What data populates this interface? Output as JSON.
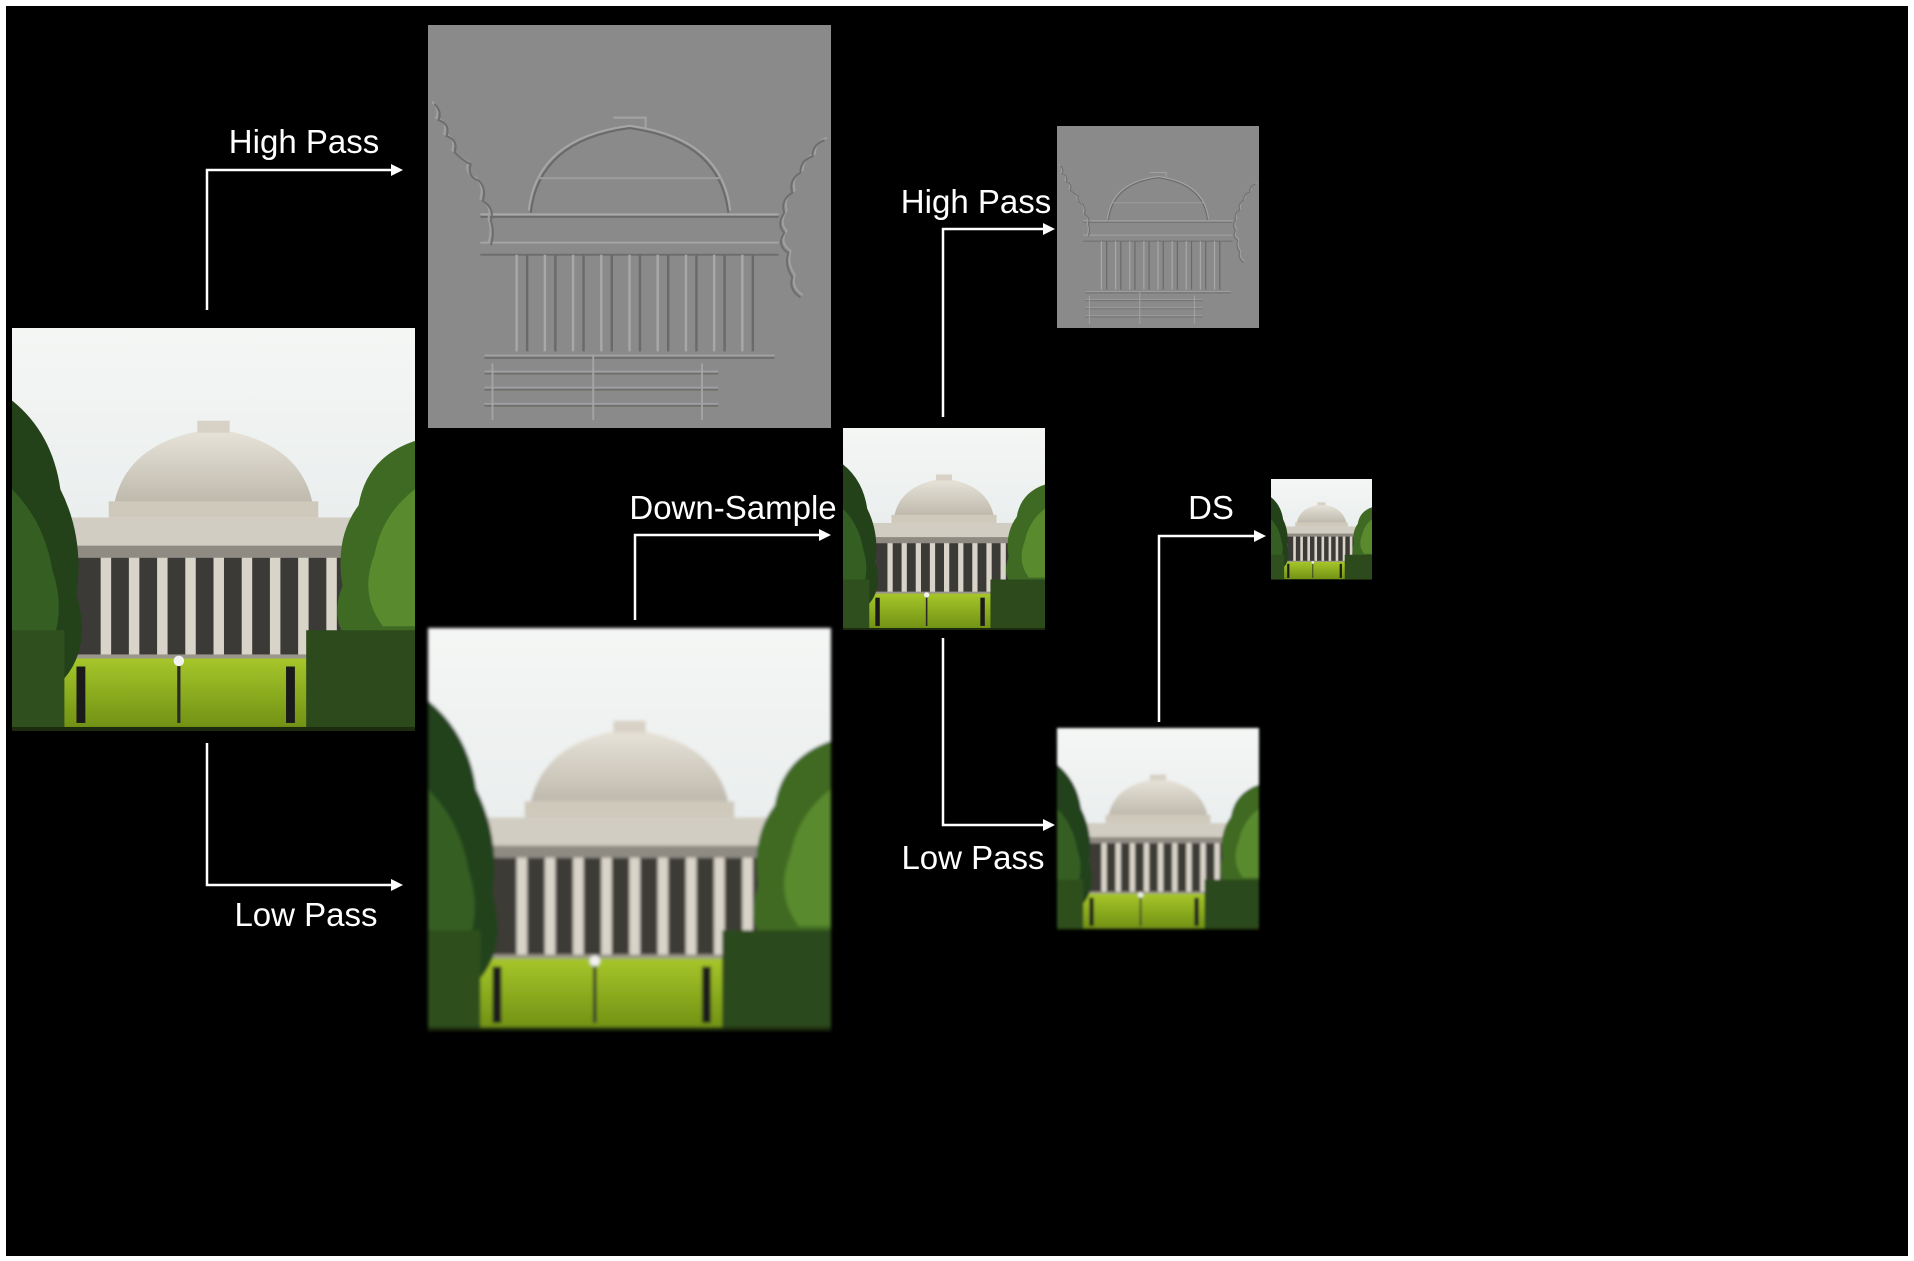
{
  "labels": {
    "high_pass_1": "High Pass",
    "low_pass_1": "Low Pass",
    "down_sample": "Down-Sample",
    "high_pass_2": "High Pass",
    "low_pass_2": "Low Pass",
    "ds": "DS"
  },
  "images": {
    "original": "photo of a domed neoclassical building with columns, trees and lawn",
    "high_pass_1": "grey embossed edge image of the domed building",
    "low_pass_1": "blurred photo of the domed building",
    "down_sampled": "smaller photo of the domed building",
    "high_pass_2": "small grey embossed edge image of the domed building",
    "low_pass_2": "small blurred photo of the domed building",
    "ds_result": "smallest photo of the domed building"
  },
  "colors": {
    "background": "#000000",
    "arrows": "#ffffff",
    "labels": "#ffffff",
    "high_pass_grey": "#8a8a8a"
  }
}
